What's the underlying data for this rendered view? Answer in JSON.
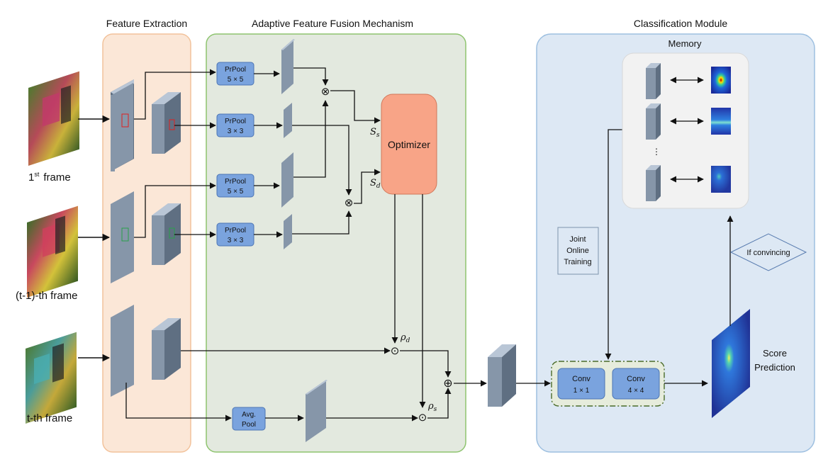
{
  "sections": {
    "feature_extraction": "Feature Extraction",
    "fusion": "Adaptive Feature Fusion Mechanism",
    "classification": "Classification Module"
  },
  "frames": {
    "first": "1",
    "first_sup": "st",
    "first_suffix": "frame",
    "prev": "(t-1)-th frame",
    "current": "t-th frame"
  },
  "pools": {
    "prpool_1": {
      "name": "PrPool",
      "size": "5 × 5"
    },
    "prpool_2": {
      "name": "PrPool",
      "size": "3 × 3"
    },
    "prpool_3": {
      "name": "PrPool",
      "size": "5 × 5"
    },
    "prpool_4": {
      "name": "PrPool",
      "size": "3 × 3"
    },
    "avgpool": {
      "line1": "Avg.",
      "line2": "Pool"
    }
  },
  "operators": {
    "multiply": "⊗",
    "dot": "⊙",
    "plus": "⊕"
  },
  "symbols": {
    "s_s": "S",
    "s_s_sub": "s",
    "s_d": "S",
    "s_d_sub": "d",
    "rho_d": "ρ",
    "rho_d_sub": "d",
    "rho_s": "ρ",
    "rho_s_sub": "s"
  },
  "optimizer": "Optimizer",
  "memory": {
    "title": "Memory",
    "ellipsis": "⋮"
  },
  "joint_training": {
    "line1": "Joint",
    "line2": "Online",
    "line3": "Training"
  },
  "convincing": "If convincing",
  "convs": {
    "conv1": {
      "name": "Conv",
      "size": "1 × 1"
    },
    "conv2": {
      "name": "Conv",
      "size": "4 × 4"
    }
  },
  "score": {
    "line1": "Score",
    "line2": "Prediction"
  },
  "colors": {
    "feature_bg": "#fbe7d7",
    "feature_border": "#f2c29b",
    "fusion_bg": "#e3e9df",
    "fusion_border": "#8ec46f",
    "class_bg": "#dde8f4",
    "class_border": "#9dbfe0",
    "block_blue": "#7aa3de",
    "optimizer": "#f8a487",
    "cube_front": "#8696a9",
    "cube_top": "#b9c6d6",
    "cube_side": "#5f6f82"
  }
}
